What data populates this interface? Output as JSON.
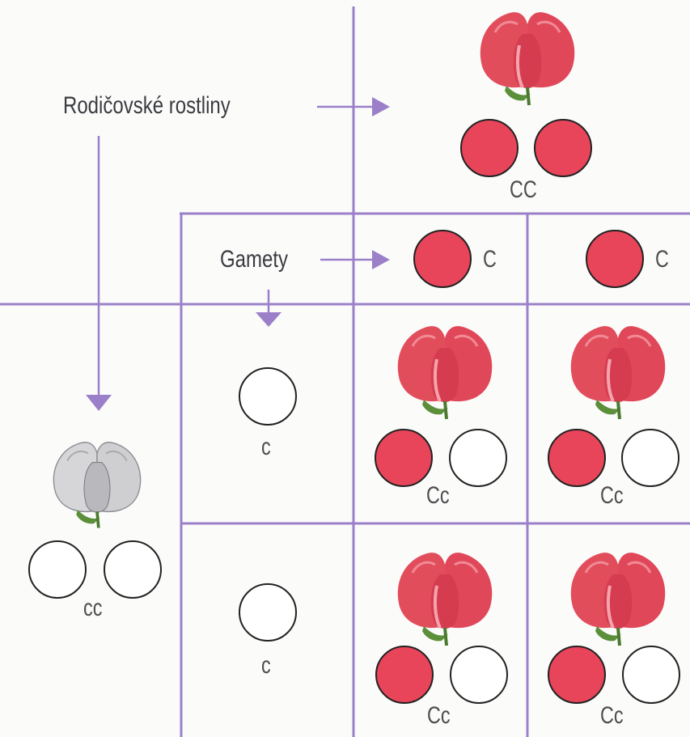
{
  "labels": {
    "parent_plants": "Rodičovské rostliny",
    "gametes": "Gamety"
  },
  "parents": {
    "top": {
      "genotype": "CC",
      "flower_color": "red"
    },
    "left": {
      "genotype": "cc",
      "flower_color": "white"
    }
  },
  "gametes": {
    "top": [
      "C",
      "C"
    ],
    "left": [
      "c",
      "c"
    ]
  },
  "offspring": [
    {
      "genotype": "Cc",
      "flower_color": "red"
    },
    {
      "genotype": "Cc",
      "flower_color": "red"
    },
    {
      "genotype": "Cc",
      "flower_color": "red"
    },
    {
      "genotype": "Cc",
      "flower_color": "red"
    }
  ],
  "colors": {
    "grid_line": "#9b80c9",
    "dominant_allele": "#e8455a",
    "recessive_allele": "#ffffff",
    "red_flower": "#e24d5c",
    "white_flower": "#c9c9cb",
    "text": "#4e4e50"
  }
}
